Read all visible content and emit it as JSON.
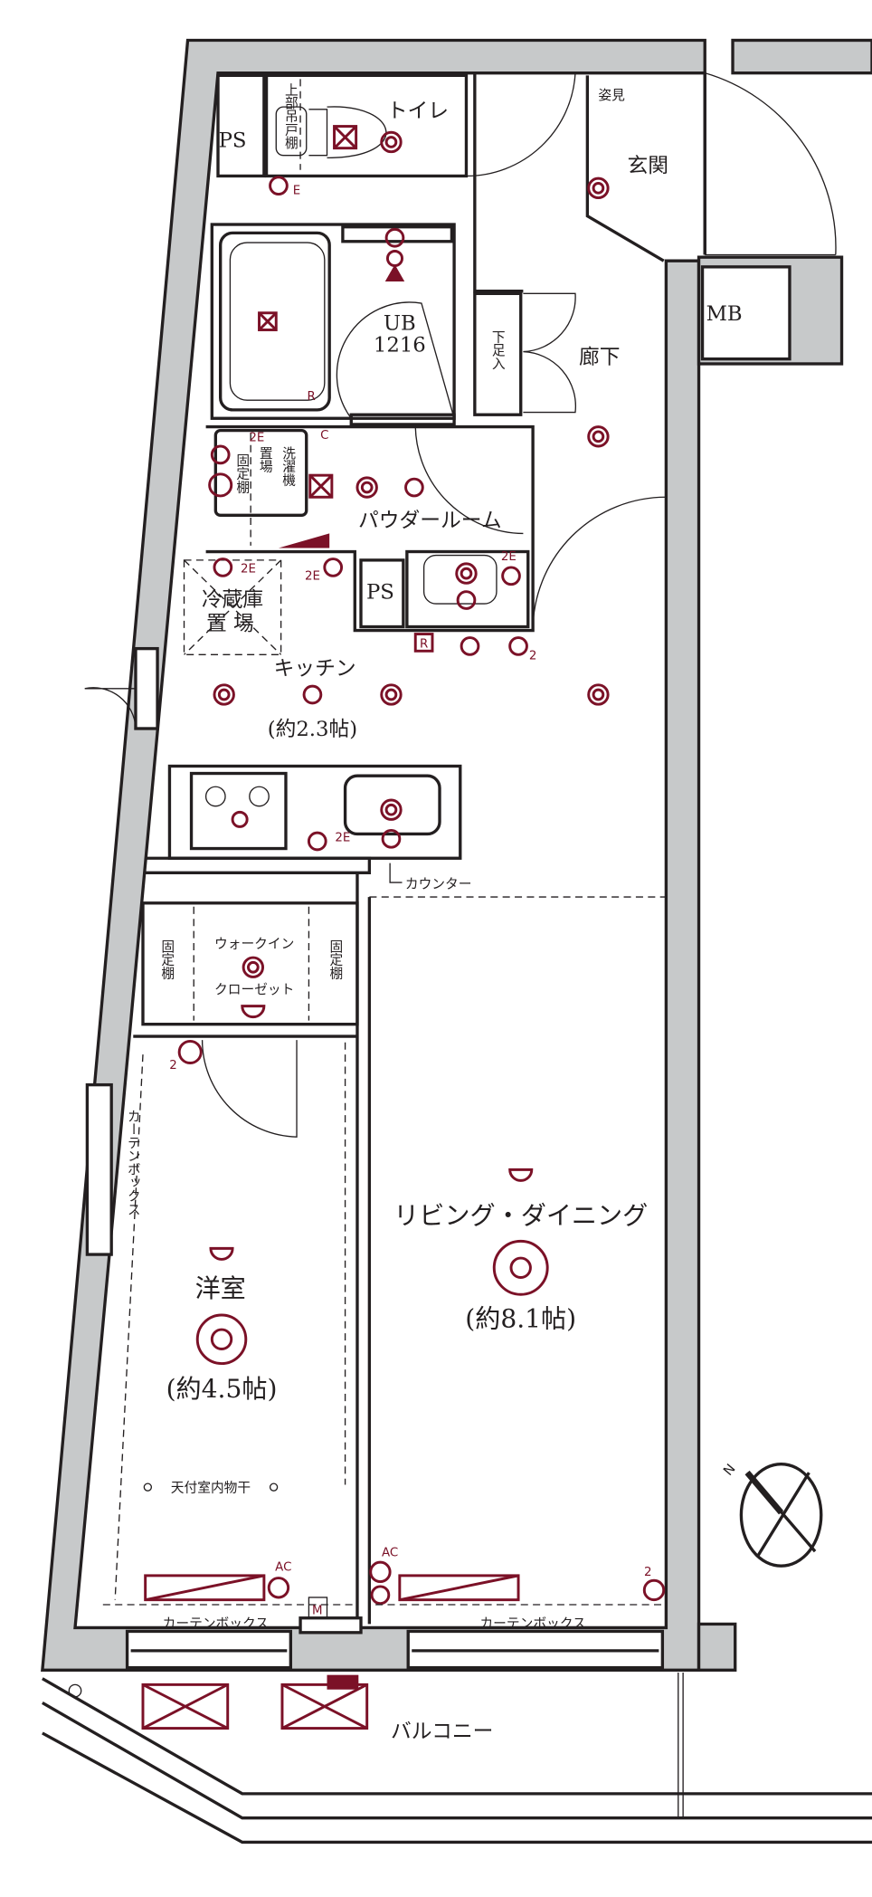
{
  "rooms": {
    "ps_top": "PS",
    "toilet": "トイレ",
    "upper_cabinet": "上部吊戸棚",
    "mirror": "姿見",
    "entrance": "玄関",
    "mb": "MB",
    "ub": "UB",
    "ub_size": "1216",
    "shoe_cabinet": "下足入",
    "hallway": "廊下",
    "fixed_shelf_laundry": "固定棚",
    "washer_place_1": "置場",
    "washer_place_2": "洗濯機",
    "powder_room": "パウダールーム",
    "ps_kitchen": "PS",
    "fridge_1": "冷蔵庫",
    "fridge_2": "置 場",
    "kitchen": "キッチン",
    "kitchen_size": "(約2.3帖)",
    "counter": "カウンター",
    "wic_1": "ウォークイン",
    "wic_2": "クローゼット",
    "fixed_shelf_left": "固定棚",
    "fixed_shelf_right": "固定棚",
    "curtain_box_vertical": "カーテンボックス",
    "western_room": "洋室",
    "western_room_size": "(約4.5帖)",
    "living_dining": "リビング・ダイニング",
    "living_dining_size": "(約8.1帖)",
    "indoor_drying": "天付室内物干",
    "curtain_box_left": "カーテンボックス",
    "curtain_box_right": "カーテンボックス",
    "balcony": "バルコニー"
  },
  "markers": {
    "e": "E",
    "two_e": "2E",
    "r": "R",
    "c": "C",
    "m": "M",
    "two": "2",
    "ac": "AC",
    "north": "N"
  },
  "colors": {
    "wall": "#c7c9ca",
    "line": "#231f20",
    "electrical": "#7b1127"
  }
}
